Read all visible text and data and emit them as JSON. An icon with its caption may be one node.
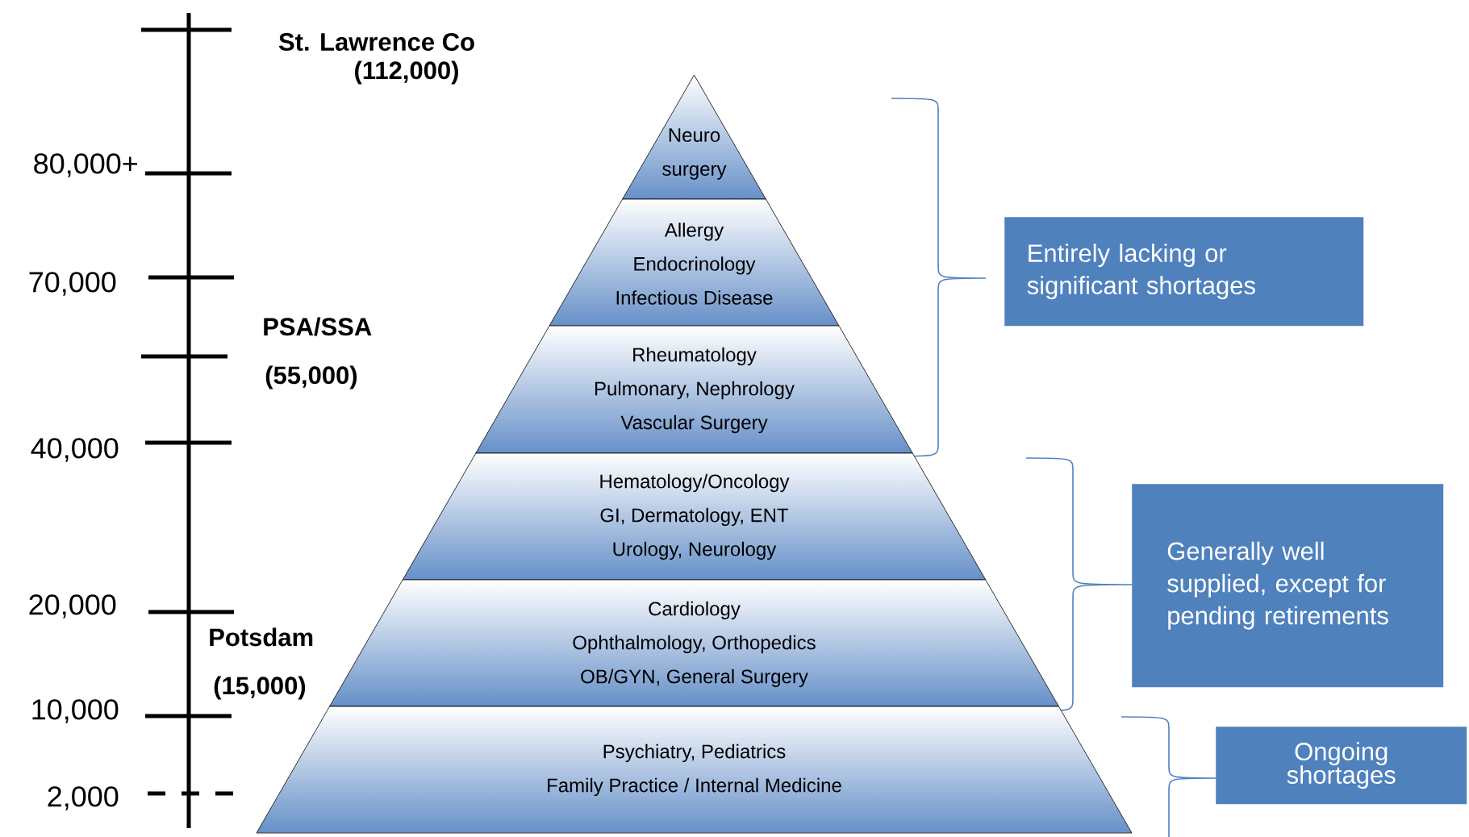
{
  "diagram": {
    "nodes": [
      {
        "text": [
          "Neuro surgery"
        ]
      },
      {
        "text": [
          "Allergy",
          "Endocrinology",
          "Infectious Disease"
        ]
      },
      {
        "text": [
          "Rheumatology",
          "Pulmonary, Nephrology",
          "Vascular Surgery"
        ]
      },
      {
        "text": [
          "Hematology/Oncology",
          "GI, Dermatology, ENT",
          "Urology, Neurology"
        ]
      },
      {
        "text": [
          "Cardiology",
          "Ophthalmology, Orthopedics",
          "OB/GYN, General Surgery"
        ]
      },
      {
        "text": [
          "Psychiatry, Pediatrics",
          "Family Practice / Internal Medicine"
        ]
      },
      {
        "text": [
          "Entirely lacking or significant shortages"
        ]
      },
      {
        "text": [
          "Generally well supplied, except for pending retirements"
        ]
      },
      {
        "text": [
          "Ongoing shortages"
        ]
      }
    ],
    "labels": [
      "St. Lawrence Co",
      "(112,000)",
      "80,000+",
      "70,000",
      "PSA/SSA",
      "(55,000)",
      "40,000",
      "20,000",
      "Potsdam",
      "(15,000)",
      "10,000",
      "2,000"
    ]
  }
}
